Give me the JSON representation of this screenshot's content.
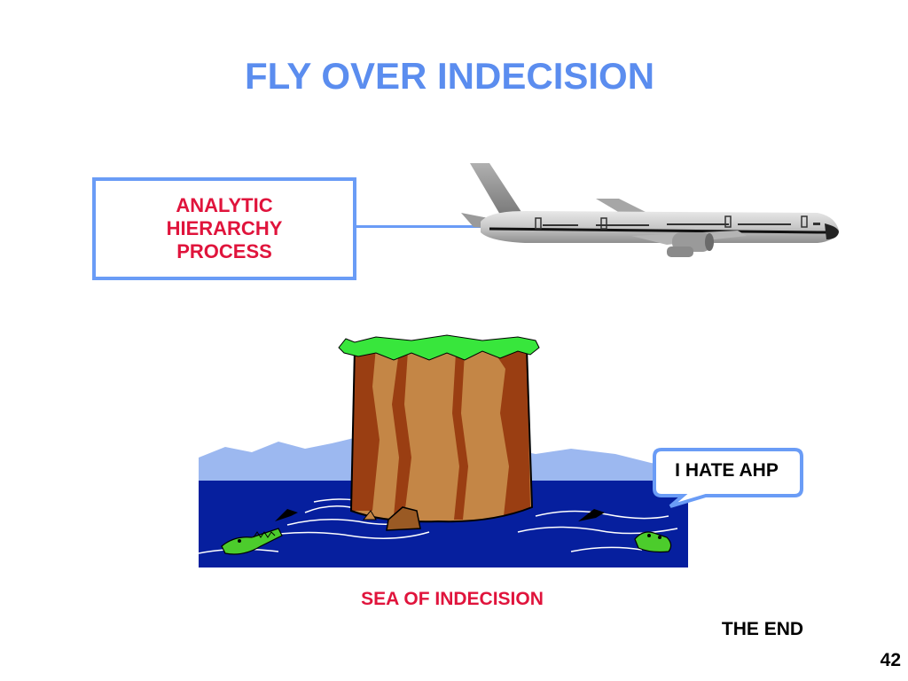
{
  "slide": {
    "title": "FLY OVER INDECISION",
    "ahp_box": {
      "lines": [
        "ANALYTIC",
        "HIERARCHY",
        "PROCESS"
      ]
    },
    "speech_bubble": "I HATE AHP",
    "caption": "SEA OF INDECISION",
    "footer": {
      "the_end": "THE END",
      "page_number": "42"
    },
    "icons": [
      "airplane-icon",
      "cliff-icon",
      "sea-icon",
      "crocodile-icon",
      "shark-fin-icon",
      "mountain-icon"
    ]
  },
  "colors": {
    "title": "#5b8def",
    "accent": "#6a9cf6",
    "red": "#e0143c",
    "sea": "#061f9e",
    "mountains": "#9cb8f0",
    "grass": "#38e63c",
    "cliff_light": "#c48646",
    "cliff_dark": "#9a3e12",
    "crocodile": "#4ccc2c"
  }
}
